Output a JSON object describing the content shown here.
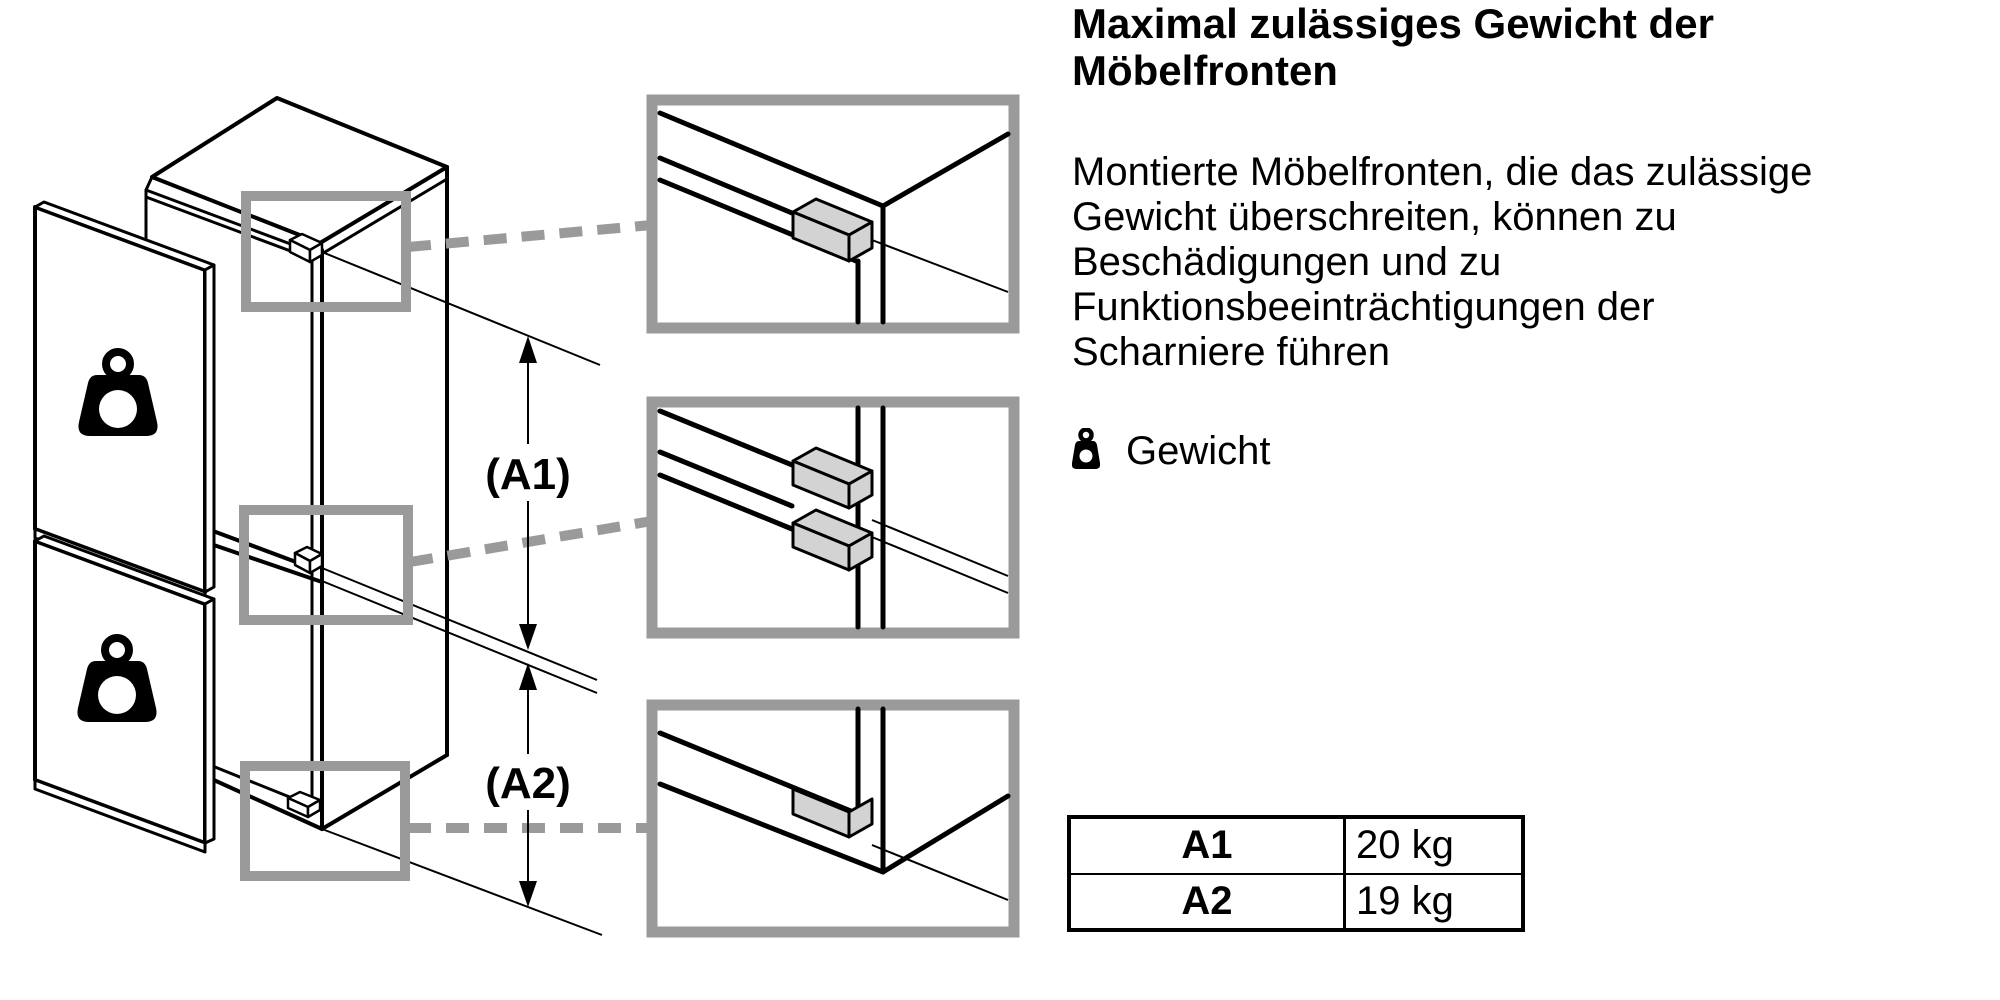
{
  "diagram": {
    "dimension_labels": {
      "a1": "(A1)",
      "a2": "(A2)"
    },
    "highlight_color": "#9a9a9a",
    "hinge_fill": "#d3d3d3",
    "icons": {
      "door_upper": "weight-icon",
      "door_lower": "weight-icon",
      "legend": "weight-icon"
    }
  },
  "content": {
    "heading_line1": "Maximal zulässiges Gewicht der",
    "heading_line2": "Möbelfronten",
    "body_lines": {
      "0": "Montierte Möbelfronten, die das zulässige",
      "1": "Gewicht überschreiten, können zu",
      "2": "Beschädigungen und zu",
      "3": "Funktionsbeeinträchtigungen der",
      "4": "Scharniere führen"
    },
    "legend_label": "Gewicht"
  },
  "table": {
    "rows": [
      {
        "key": "A1",
        "value": "20 kg"
      },
      {
        "key": "A2",
        "value": "19 kg"
      }
    ]
  }
}
